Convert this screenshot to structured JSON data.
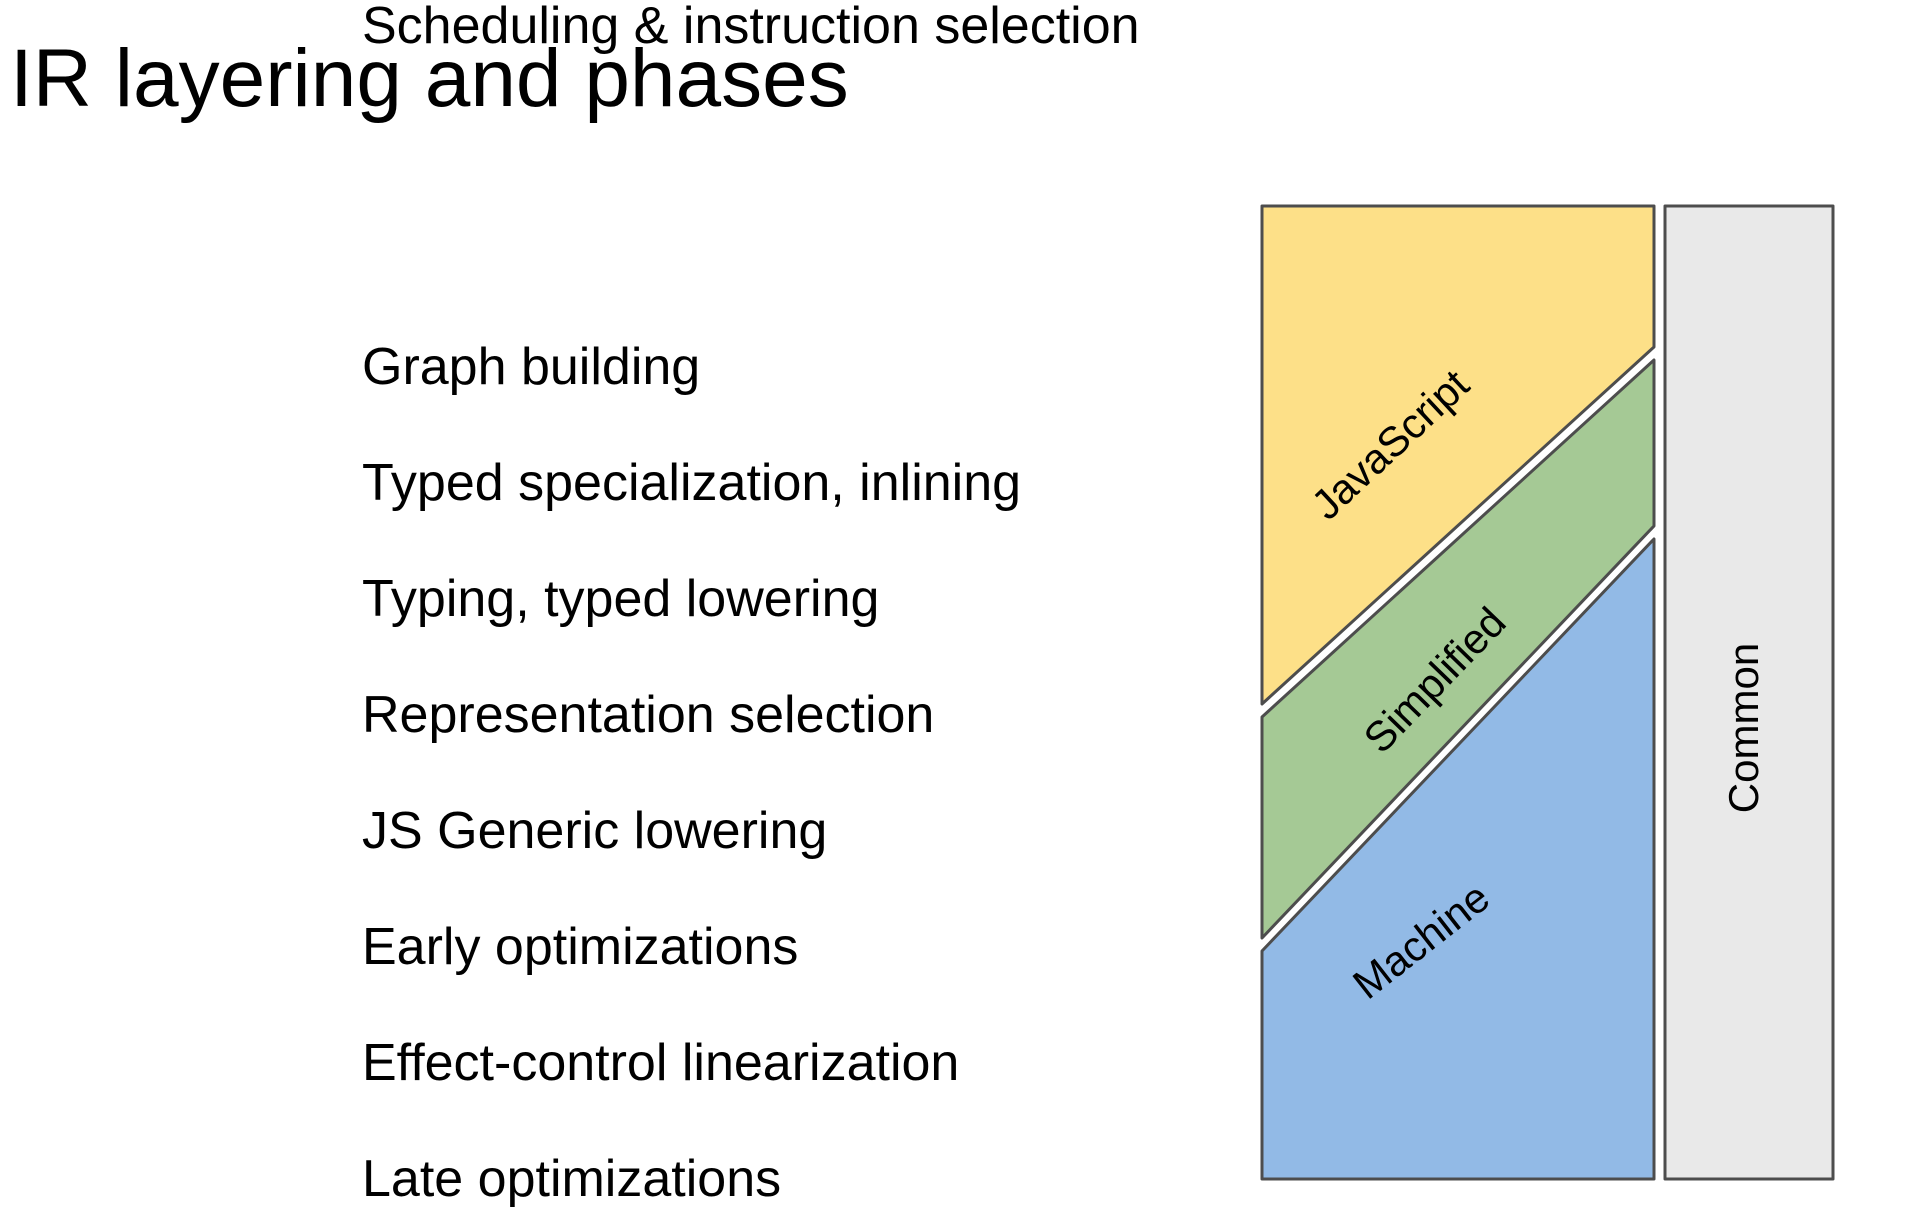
{
  "title": "IR layering and phases",
  "phases": [
    "Graph building",
    "Typed specialization, inlining",
    "Typing, typed lowering",
    "Representation selection",
    "JS Generic lowering",
    "Early optimizations",
    "Effect-control linearization",
    "Late optimizations",
    "Scheduling & instruction selection"
  ],
  "layers": {
    "javascript": {
      "label": "JavaScript",
      "color": "#FDE088"
    },
    "simplified": {
      "label": "Simplified",
      "color": "#A5C995"
    },
    "machine": {
      "label": "Machine",
      "color": "#92BAE6"
    },
    "common": {
      "label": "Common",
      "color": "#E9E9E9"
    }
  },
  "stroke_color": "#4d4d4d"
}
